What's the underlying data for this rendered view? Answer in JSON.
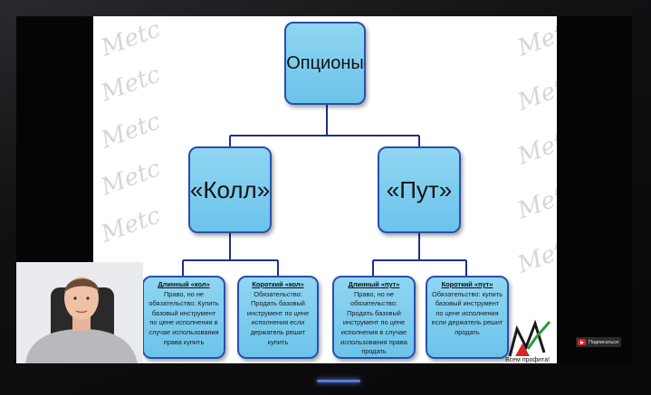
{
  "diagram": {
    "root": {
      "label": "Опционы"
    },
    "branches": [
      {
        "label": "«Колл»",
        "leaves": [
          {
            "title": "Длинный «кол»",
            "text": "Право, но не обязательство: Купить базовый инструмент по цене исполнения в случае использования права купить"
          },
          {
            "title": "Короткий «кол»",
            "text": "Обязательство: Продать базовый инструмент по цене исполнения если держатель решит купить"
          }
        ]
      },
      {
        "label": "«Пут»",
        "leaves": [
          {
            "title": "Длинный «пут»",
            "text": "Право, но не обязательство: Продать базовый инструмент по цене исполнения в случае использования права продать"
          },
          {
            "title": "Короткий «пут»",
            "text": "Обязательство: купить базовый инструмент по цене исполнения если держатель решит продать"
          }
        ]
      }
    ]
  },
  "brand": {
    "logo_text": "Всем профита!",
    "watermark": "Metc"
  },
  "overlay": {
    "subscribe_label": "Подписаться"
  },
  "colors": {
    "node_fill": "#7ccbee",
    "node_border": "#2a4fae",
    "connector": "#1f2f8a"
  }
}
